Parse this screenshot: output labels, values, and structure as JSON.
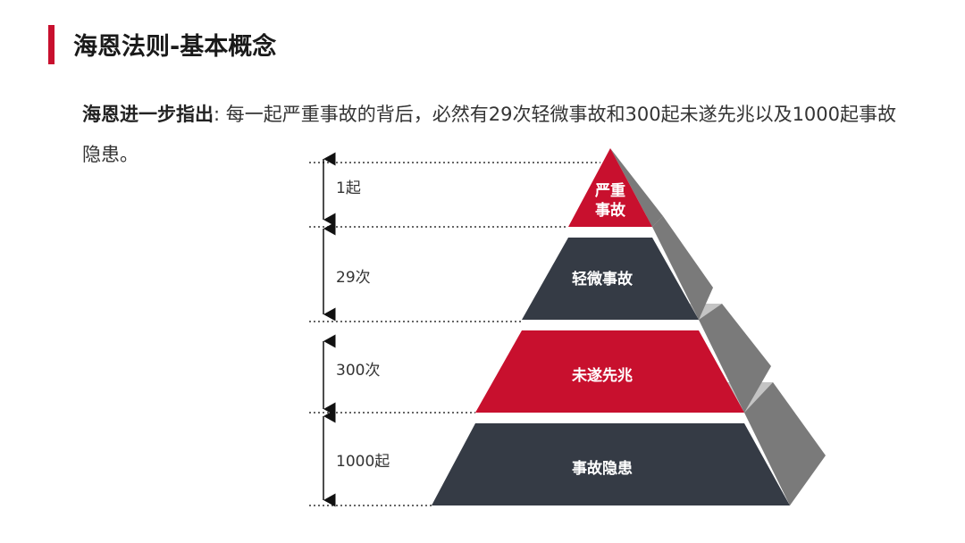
{
  "title": "海恩法则-基本概念",
  "description": {
    "lead": "海恩进一步指出",
    "separator": ": ",
    "text": "每一起严重事故的背后，必然有29次轻微事故和300起未遂先兆以及1000起事故隐患。"
  },
  "pyramid": {
    "levels": [
      {
        "label_line1": "严重",
        "label_line2": "事故",
        "count_label": "1起",
        "color": "#c8102e"
      },
      {
        "label": "轻微事故",
        "count_label": "29次",
        "color": "#353b45"
      },
      {
        "label": "未遂先兆",
        "count_label": "300次",
        "color": "#c8102e"
      },
      {
        "label": "事故隐患",
        "count_label": "1000起",
        "color": "#353b45"
      }
    ],
    "side_color": "#7a7a7a",
    "top_color": "#c4c4c4"
  },
  "colors": {
    "accent": "#c8102e",
    "dark": "#353b45"
  }
}
